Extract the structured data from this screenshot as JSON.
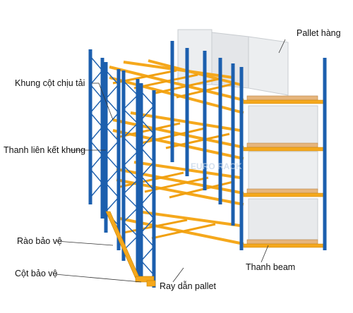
{
  "labels": {
    "pallet": "Pallet hàng",
    "upright_frame": "Khung cột chịu tải",
    "frame_bracing": "Thanh liên kết khung",
    "guard_rail": "Rào bảo vệ",
    "column_guard": "Cột bảo vệ",
    "pallet_rail": "Ray dẫn pallet",
    "beam": "Thanh beam"
  },
  "watermark": "EURO RACK",
  "colors": {
    "upright": "#1c5fae",
    "beam": "#f5a81c",
    "pallet": "#e6b57c",
    "load": "#e8eaec",
    "leader": "#333333"
  }
}
